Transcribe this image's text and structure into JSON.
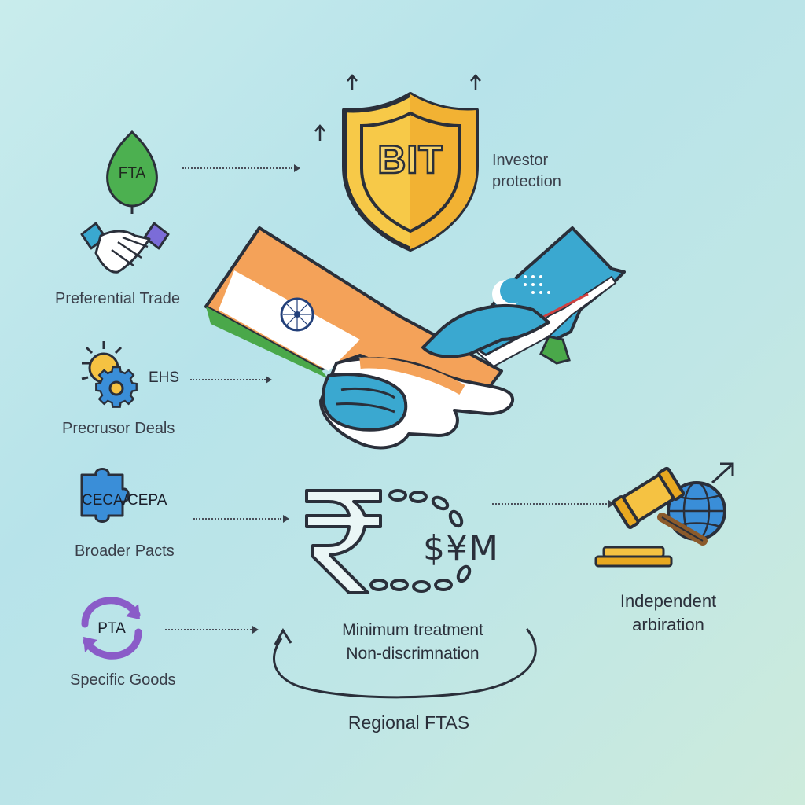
{
  "shield": {
    "label": "BIT",
    "caption_line1": "Investor",
    "caption_line2": "protection"
  },
  "left_items": [
    {
      "icon_text": "FTA",
      "icon": "leaf-icon"
    },
    {
      "icon": "handshake-icon",
      "caption": "Preferential Trade"
    },
    {
      "icon_text": "EHS",
      "icon": "sun-gear-icon",
      "caption": "Precrusor Deals"
    },
    {
      "icon_text": "CECA/CEPA",
      "icon": "puzzle-icon",
      "caption": "Broader Pacts"
    },
    {
      "icon_text": "PTA",
      "icon": "cycle-arrows-icon",
      "caption": "Specific Goods"
    }
  ],
  "center": {
    "currency_text": "$¥M",
    "line1": "Minimum treatment",
    "line2": "Non-discrimnation",
    "footer": "Regional FTAS"
  },
  "right": {
    "line1": "Independent",
    "line2": "arbiration"
  },
  "colors": {
    "saffron": "#f2a65a",
    "green": "#3f9a3c",
    "uz_blue": "#3aa8d0",
    "shield_gold": "#f5c242",
    "leaf_green": "#4cb050",
    "purple": "#8a5cc8"
  }
}
